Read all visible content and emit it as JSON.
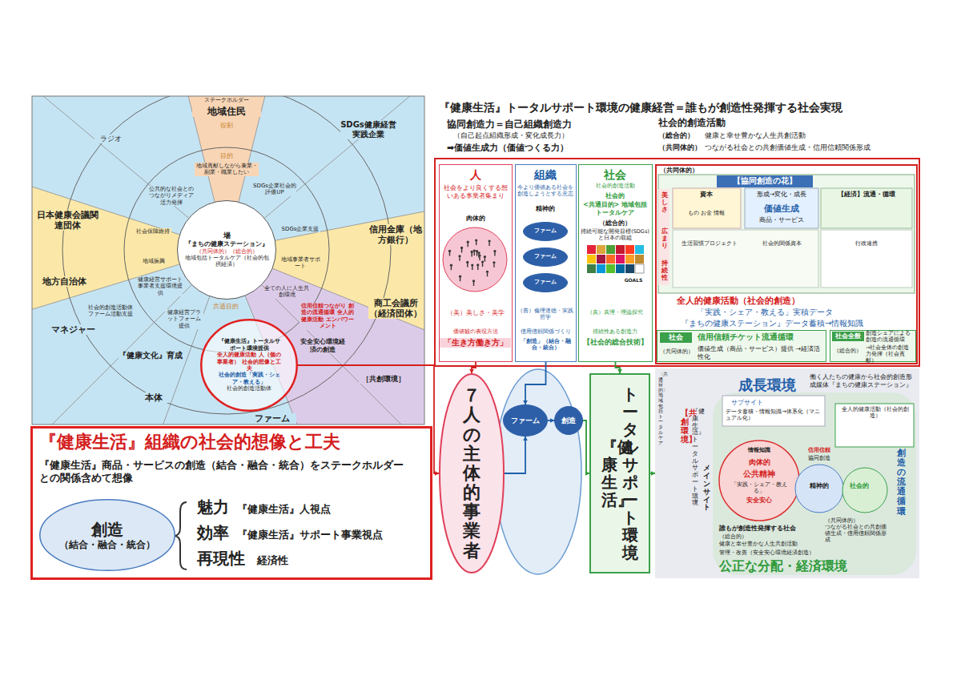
{
  "diagram": {
    "title": "『健康生活』トータルサポート環境の健康経営＝誰もが創造性発揮する社会実現",
    "nodes": [
      {
        "text": [
          "場",
          "『まちの健康ステーション』",
          "（共同体的）（総合的）",
          "地域包括トータルケア（社会的包摂経済）"
        ]
      },
      {
        "text": [
          "『健康生活』トータルサポート環境提供",
          "全人的健康活動 人（個の事業者） 社会的想像と工夫",
          "社会的創造「実践・シェア・教える」",
          "社会的創造活動体"
        ]
      },
      {
        "text": [
          "『健康生活』組織の社会的想像と工夫",
          "『健康生活』商品・サービスの創造（結合・融合・統合）をステークホルダーとの関係含めて想像",
          "魅力",
          "『健康生活』人視点",
          "効率",
          "『健康生活』サポート事業視点",
          "再現性",
          "経済性"
        ]
      },
      {
        "text": [
          "創造",
          "（結合・融合・統合）"
        ],
        "in": 2
      },
      {
        "text": [
          "人",
          "社会をより良くする想いある事業者集まり",
          "肉体的",
          "（美）美しさ・美学",
          "価値観の表現方法",
          "「生き方働き方」"
        ]
      },
      {
        "text": [
          "組織",
          "今より価値ある社会を創造しようとする意志",
          "精神的",
          "（善）倫理道徳・実践哲学",
          "信用信頼関係づくり",
          "「創造」（結合・融合・統合）"
        ]
      },
      {
        "text": [
          "ファーム"
        ],
        "in": 5
      },
      {
        "text": [
          "ファーム"
        ],
        "in": 5
      },
      {
        "text": [
          "ファーム"
        ],
        "in": 5
      },
      {
        "text": [
          "社会",
          "社会的創造活動",
          "社会的",
          "<共通目的> 地域包括トータルケア",
          "（総合的）",
          "持続可能な開発目標(SDGs)と日本の取組",
          "GOALS",
          "（真）真理・理論探究",
          "持続性ある創造力",
          "【社会的総合技術】"
        ]
      },
      {
        "text": [
          "（共同体的）"
        ]
      },
      {
        "text": [
          "社会",
          "（共同体的）",
          "信用信頼チケット流通循環",
          "価値生成（商品・サービス）提供 →経済活性化"
        ],
        "in": 10
      },
      {
        "text": [
          "社会全般",
          "（総合的）",
          "創造シェアによる創造の流通循環",
          "→社会全体の創造力発揮（社会貢献）"
        ],
        "in": 10
      },
      {
        "text": [
          "７人の主体的事業者"
        ]
      },
      {
        "text": [
          "ファーム"
        ]
      },
      {
        "text": [
          "創造"
        ]
      },
      {
        "text": [
          "トータルサポート環境",
          "『健康生活』"
        ]
      },
      {
        "text": [
          "成長環境",
          "働く人たちの健康から社会的創造形成媒体『まちの健康ステーション』",
          "【共創環境】",
          "『健康生活』トータルサポート環境",
          "メインサイト",
          "サブサイト",
          "データ蓄積・情報知識→体系化（マニュアル化）",
          "情報知識",
          "肉体的",
          "公共精神",
          "「実践・シェア・教える」",
          "安全安心",
          "信用信頼",
          "協同創造",
          "精神的",
          "社会的",
          "誰もが創造性発揮する社会",
          "（総合的）",
          "健康と幸せ豊かな人生共創活動",
          "（共同体的）",
          "つながる社会との共創価値生成・信用信頼関係形成",
          "創造の流通循環",
          "全人的健康活動（社会的創造）",
          "管理・改善（安全安心環境経済創造）",
          "公正な分配・経済環境",
          "〈共通目的〉地域包括トータルケア"
        ]
      }
    ],
    "edges": [
      {
        "from": 1,
        "to": 13,
        "arrow": "to"
      },
      {
        "from": 4,
        "to": 13,
        "arrow": "to"
      },
      {
        "from": 5,
        "to": 14,
        "arrow": "to"
      },
      {
        "from": 9,
        "to": 16,
        "arrow": "to"
      },
      {
        "from": 13,
        "to": 14,
        "arrow": "to"
      },
      {
        "from": 14,
        "to": 15,
        "arrow": "to"
      },
      {
        "from": 15,
        "to": 16,
        "arrow": "to"
      },
      {
        "from": 16,
        "to": 17,
        "arrow": "to"
      }
    ],
    "labels": [
      "ステークホルダー",
      "地域住民",
      "役割",
      "目的",
      "地域貢献しながら兼業・副業・職業したい",
      "ラジオ",
      "SDGs健康経営実践企業",
      "公共的な社会とのつながりメディア活力発揮",
      "SDGs企業社会的評価UP",
      "SDGs企業支援",
      "社会保障維持",
      "日本健康会議関連団体",
      "信用金庫（地方銀行）",
      "地域振興",
      "地域事業者サポート",
      "地方自治体",
      "健康経営サポート事業者支援環境提供",
      "全ての人に人生共創環境",
      "商工会議所（経済団体）",
      "社会的創造活動体ファーム活動支援",
      "健康経営プラットフォーム提供",
      "共通目的",
      "信用信頼つながり 創造の流通循環 全人的健康活動 エンパワーメント",
      "安全安心環境経済の創造",
      "マネジャー",
      "『健康文化』育成",
      "［共創環境］",
      "本体",
      "ファーム",
      "協同創造力＝自己組織創造力",
      "（自己起点組織形成・変化成長力）",
      "➡価値生成力（価値つくる力）",
      "社会的創造活動",
      "（総合的）",
      "健康と幸せ豊かな人生共創活動",
      "（共同体的）",
      "つながる社会との共創価値生成・信用信頼関係形成",
      "【協同創造の花】",
      "美しさ",
      "広まり",
      "持続性",
      "資本",
      "形成→変化・成長",
      "【経済】流通・循環",
      "もの お金 情報",
      "価値生成",
      "商品・サービス",
      "生活習慣プロジェクト",
      "社会的関係資本",
      "行政連携",
      "全人的健康活動（社会的創造）",
      "「実践・シェア・教える」実積データ",
      "『まちの健康ステーション』データ蓄積→情報知識"
    ]
  }
}
